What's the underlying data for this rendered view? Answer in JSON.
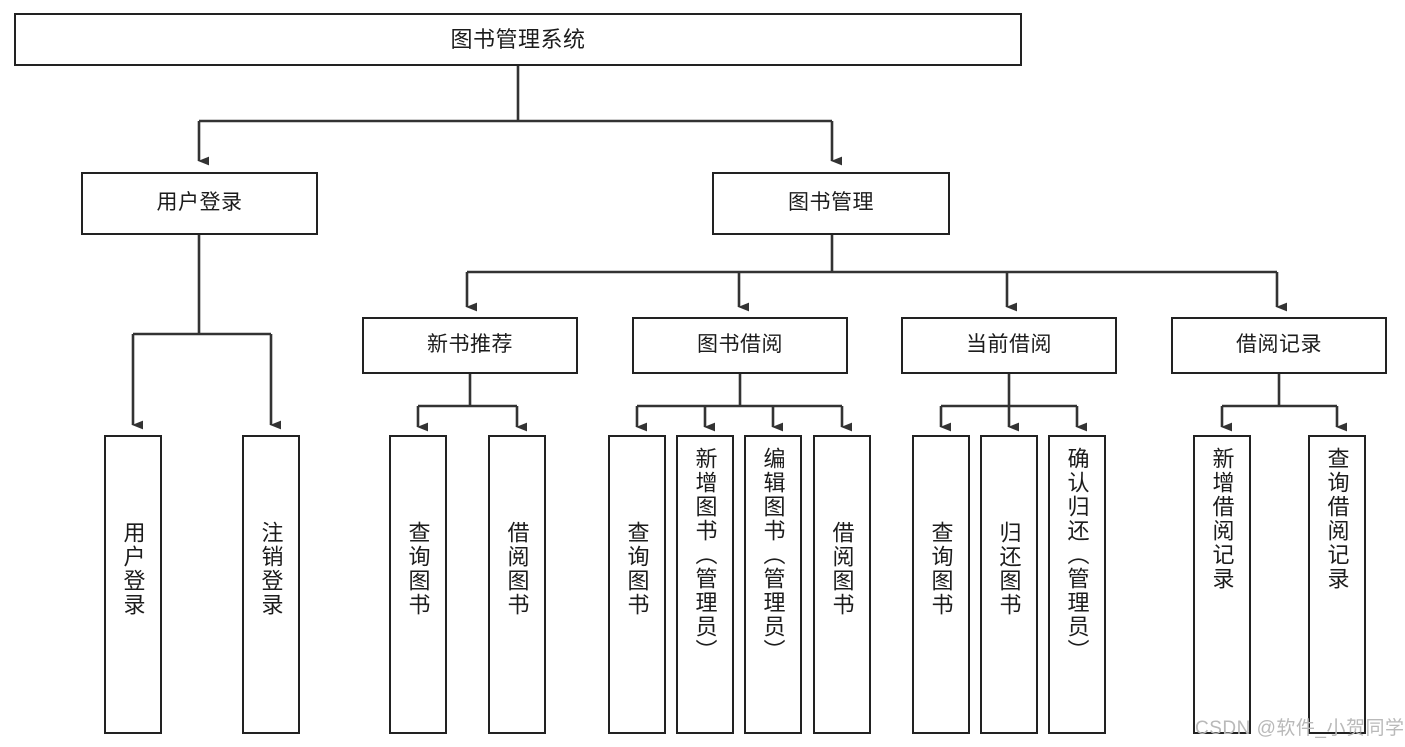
{
  "diagram": {
    "title": "图书管理系统",
    "type": "tree-hierarchy-chart",
    "watermark": "CSDN @软件_小贺同学",
    "colors": {
      "box_border": "#222222",
      "box_fill": "#ffffff",
      "edge": "#333333",
      "text": "#1c1c1c",
      "watermark": "#b9b9b9"
    },
    "nodes": {
      "root": {
        "label": "图书管理系统"
      },
      "level2": [
        {
          "id": "user-login",
          "label": "用户登录"
        },
        {
          "id": "book-management",
          "label": "图书管理"
        }
      ],
      "level3": [
        {
          "id": "new-book-recommend",
          "label": "新书推荐"
        },
        {
          "id": "book-borrow",
          "label": "图书借阅"
        },
        {
          "id": "current-borrow",
          "label": "当前借阅"
        },
        {
          "id": "borrow-record",
          "label": "借阅记录"
        }
      ],
      "leaves": {
        "user_login": [
          {
            "id": "leaf-user-login",
            "label": "用户登录"
          },
          {
            "id": "leaf-logout-login",
            "label": "注销登录"
          }
        ],
        "new_book_recommend": [
          {
            "id": "leaf-query-book-1",
            "label": "查询图书"
          },
          {
            "id": "leaf-borrow-book-1",
            "label": "借阅图书"
          }
        ],
        "book_borrow": [
          {
            "id": "leaf-query-book-2",
            "label": "查询图书"
          },
          {
            "id": "leaf-add-book",
            "label": "新增图书（管理员）"
          },
          {
            "id": "leaf-edit-book",
            "label": "编辑图书（管理员）"
          },
          {
            "id": "leaf-borrow-book-2",
            "label": "借阅图书"
          }
        ],
        "current_borrow": [
          {
            "id": "leaf-query-book-3",
            "label": "查询图书"
          },
          {
            "id": "leaf-return-book",
            "label": "归还图书"
          },
          {
            "id": "leaf-confirm-return",
            "label": "确认归还（管理员）"
          }
        ],
        "borrow_record": [
          {
            "id": "leaf-add-borrow-record",
            "label": "新增借阅记录"
          },
          {
            "id": "leaf-query-borrow-record",
            "label": "查询借阅记录"
          }
        ]
      }
    }
  }
}
